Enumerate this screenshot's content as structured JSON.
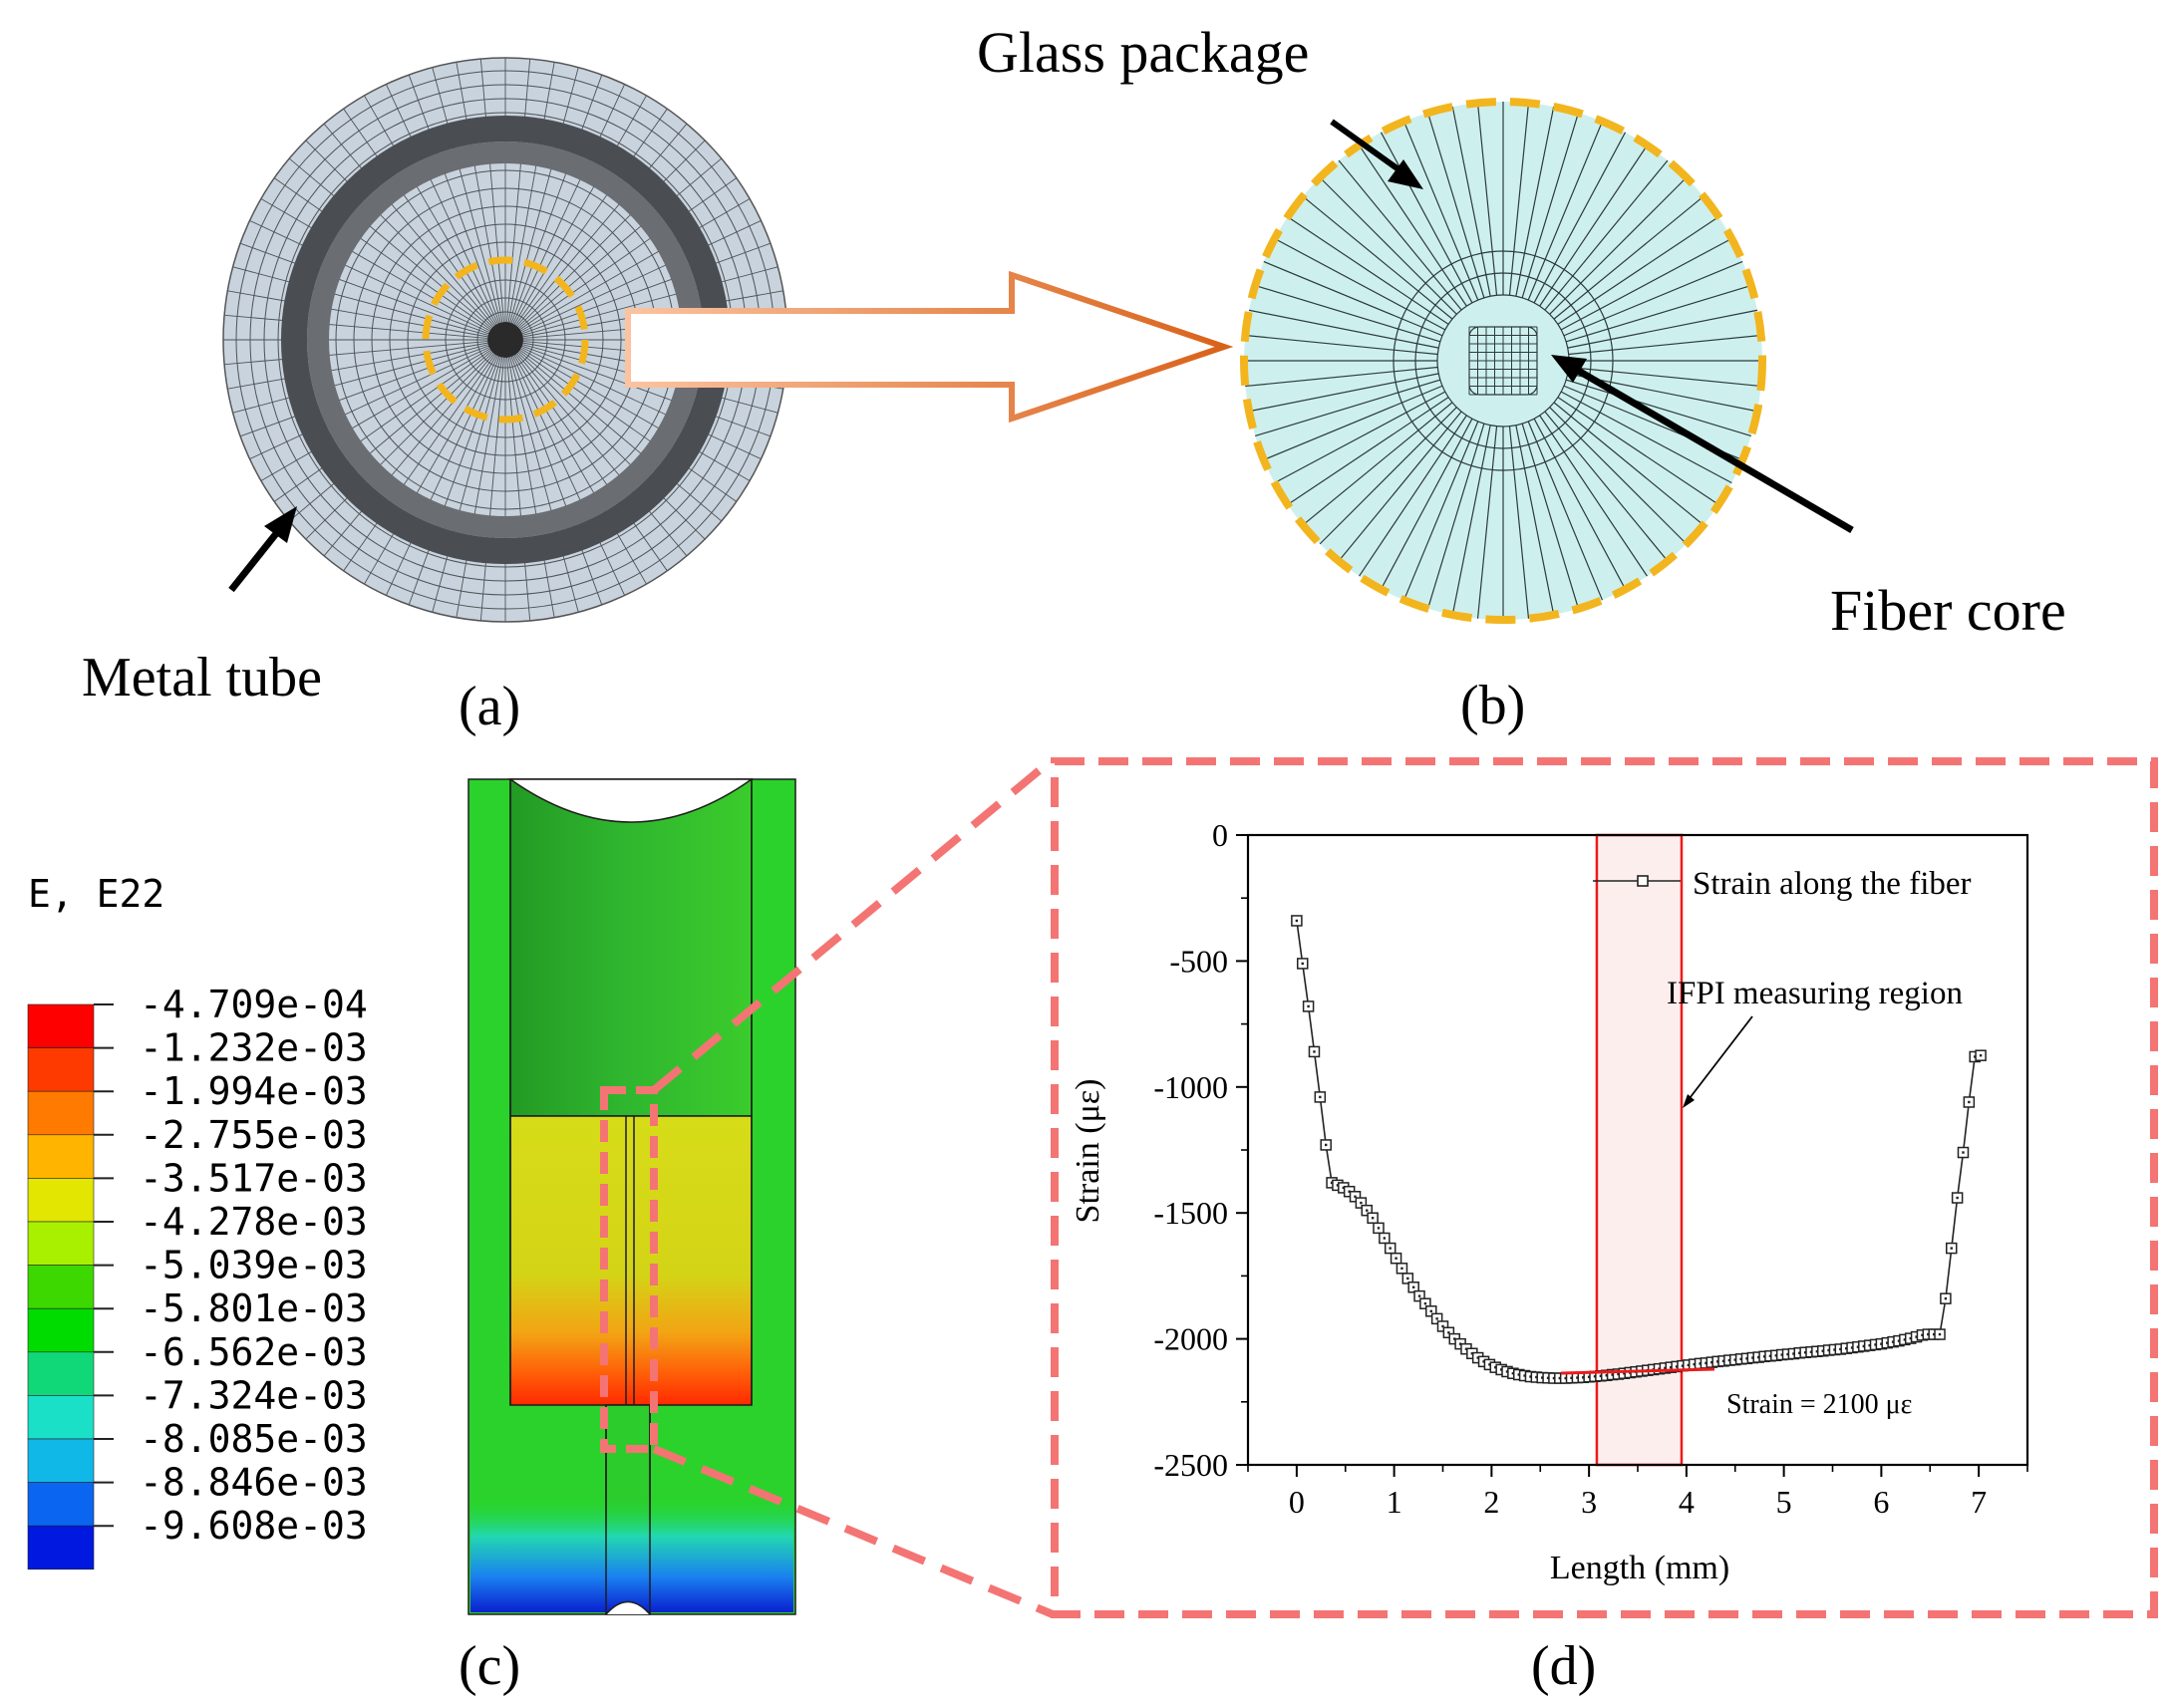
{
  "panels": {
    "a": {
      "label": "(a)",
      "metal_tube_label": "Metal tube"
    },
    "b": {
      "label": "(b)",
      "glass_package_label": "Glass package",
      "fiber_core_label": "Fiber core"
    },
    "c": {
      "label": "(c)",
      "legend_title": "E, E22",
      "legend_values": [
        "-4.709e-04",
        "-1.232e-03",
        "-1.994e-03",
        "-2.755e-03",
        "-3.517e-03",
        "-4.278e-03",
        "-5.039e-03",
        "-5.801e-03",
        "-6.562e-03",
        "-7.324e-03",
        "-8.085e-03",
        "-8.846e-03",
        "-9.608e-03"
      ],
      "legend_colors": [
        "#ff0000",
        "#ff3a00",
        "#ff7a00",
        "#ffb400",
        "#e2e600",
        "#a8f000",
        "#3cd800",
        "#00dc00",
        "#10d878",
        "#1ae0c8",
        "#10b8e8",
        "#0a66f0",
        "#0018e0"
      ]
    },
    "d": {
      "label": "(d)"
    }
  },
  "chart_data": {
    "type": "line",
    "xlabel": "Length (mm)",
    "ylabel": "Strain (με)",
    "xlim": [
      -0.5,
      7.5
    ],
    "ylim": [
      -2500,
      0
    ],
    "xticks": [
      0,
      1,
      2,
      3,
      4,
      5,
      6,
      7
    ],
    "yticks": [
      0,
      -500,
      -1000,
      -1500,
      -2000,
      -2500
    ],
    "legend_label": "Strain along the fiber",
    "region_label": "IFPI measuring region",
    "region_x": [
      3.08,
      3.95
    ],
    "strain_annotation": "Strain = 2100 με",
    "series": [
      {
        "name": "Strain along the fiber",
        "x": [
          0,
          0.06,
          0.12,
          0.18,
          0.24,
          0.3,
          0.36,
          0.42,
          0.48,
          0.54,
          0.6,
          0.66,
          0.72,
          0.78,
          0.84,
          0.9,
          0.96,
          1.02,
          1.08,
          1.14,
          1.2,
          1.26,
          1.32,
          1.38,
          1.44,
          1.5,
          1.56,
          1.62,
          1.68,
          1.74,
          1.8,
          1.86,
          1.92,
          1.98,
          2.04,
          2.1,
          2.16,
          2.22,
          2.28,
          2.34,
          2.4,
          2.46,
          2.52,
          2.58,
          2.64,
          2.7,
          2.76,
          2.82,
          2.88,
          2.94,
          3.0,
          3.06,
          3.12,
          3.18,
          3.24,
          3.3,
          3.36,
          3.42,
          3.48,
          3.54,
          3.6,
          3.66,
          3.72,
          3.78,
          3.84,
          3.9,
          3.96,
          4.02,
          4.08,
          4.14,
          4.2,
          4.26,
          4.32,
          4.38,
          4.44,
          4.5,
          4.56,
          4.62,
          4.68,
          4.74,
          4.8,
          4.86,
          4.92,
          4.98,
          5.04,
          5.1,
          5.16,
          5.22,
          5.28,
          5.34,
          5.4,
          5.46,
          5.52,
          5.58,
          5.64,
          5.7,
          5.76,
          5.82,
          5.88,
          5.94,
          6.0,
          6.06,
          6.12,
          6.18,
          6.24,
          6.3,
          6.36,
          6.42,
          6.48,
          6.54,
          6.6,
          6.66,
          6.72,
          6.78,
          6.84,
          6.9,
          6.96,
          7.02
        ],
        "y": [
          -340,
          -510,
          -680,
          -860,
          -1040,
          -1230,
          -1380,
          -1390,
          -1400,
          -1415,
          -1435,
          -1460,
          -1490,
          -1520,
          -1560,
          -1600,
          -1640,
          -1680,
          -1720,
          -1760,
          -1795,
          -1830,
          -1860,
          -1890,
          -1920,
          -1950,
          -1975,
          -2000,
          -2020,
          -2040,
          -2058,
          -2075,
          -2090,
          -2102,
          -2113,
          -2122,
          -2130,
          -2137,
          -2142,
          -2146,
          -2150,
          -2152,
          -2154,
          -2155,
          -2156,
          -2156,
          -2156,
          -2155,
          -2154,
          -2153,
          -2151,
          -2149,
          -2147,
          -2145,
          -2142,
          -2140,
          -2137,
          -2134,
          -2131,
          -2128,
          -2125,
          -2122,
          -2119,
          -2116,
          -2113,
          -2110,
          -2107,
          -2104,
          -2101,
          -2098,
          -2096,
          -2093,
          -2090,
          -2088,
          -2085,
          -2083,
          -2080,
          -2078,
          -2075,
          -2073,
          -2070,
          -2068,
          -2066,
          -2063,
          -2061,
          -2059,
          -2056,
          -2054,
          -2052,
          -2050,
          -2048,
          -2045,
          -2043,
          -2041,
          -2038,
          -2035,
          -2032,
          -2029,
          -2026,
          -2023,
          -2020,
          -2016,
          -2012,
          -2008,
          -2003,
          -1998,
          -1992,
          -1985,
          -1982,
          -1982,
          -1982,
          -1840,
          -1640,
          -1440,
          -1260,
          -1060,
          -880,
          -875
        ]
      }
    ]
  }
}
